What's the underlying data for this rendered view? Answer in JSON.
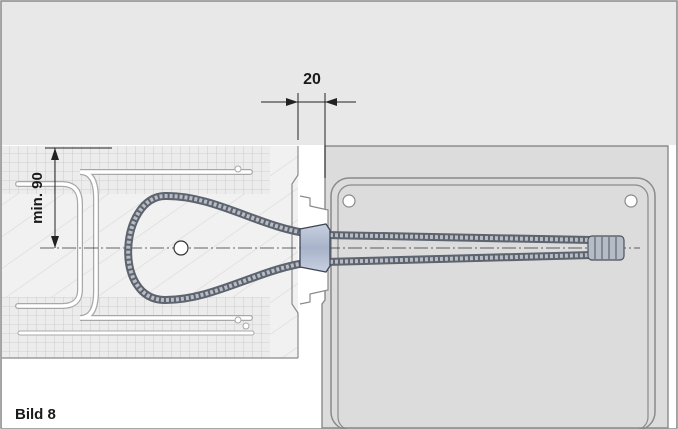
{
  "figure_label": "Bild 8",
  "dimensions": {
    "gap": "20",
    "embed_depth": "min. 90"
  },
  "colors": {
    "frame": "#8a8a8a",
    "background": "#e8e8e8",
    "panel": "#dcdcdc",
    "grid": "#c9c9c9",
    "rebar": "#ffffff",
    "cable": "#6c7480",
    "sleeve": "#aeb8cc"
  }
}
